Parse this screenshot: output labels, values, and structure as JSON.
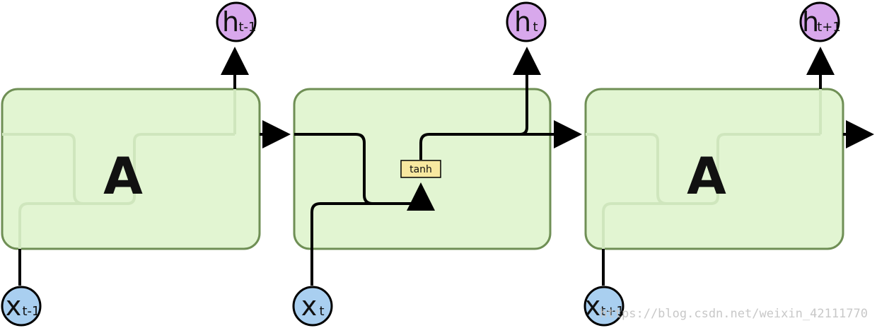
{
  "colors": {
    "cell_fill": "#e2f5d2",
    "cell_stroke": "#6f8f55",
    "ghost_line": "#cfe6bd",
    "output_node": "#d8a8ec",
    "input_node": "#a9cff0",
    "tanh_fill": "#f8e8a0",
    "line": "#000000"
  },
  "cells": {
    "left": {
      "label": "A"
    },
    "middle": {
      "label": ""
    },
    "right": {
      "label": "A"
    }
  },
  "outputs": [
    {
      "main": "h",
      "sub": "t-1"
    },
    {
      "main": "h",
      "sub": "t"
    },
    {
      "main": "h",
      "sub": "t+1"
    }
  ],
  "inputs": [
    {
      "main": "x",
      "sub": "t-1"
    },
    {
      "main": "x",
      "sub": "t"
    },
    {
      "main": "x",
      "sub": "t+1"
    }
  ],
  "activation": {
    "label": "tanh"
  },
  "watermark": {
    "text": "https://blog.csdn.net/weixin_42111770"
  }
}
